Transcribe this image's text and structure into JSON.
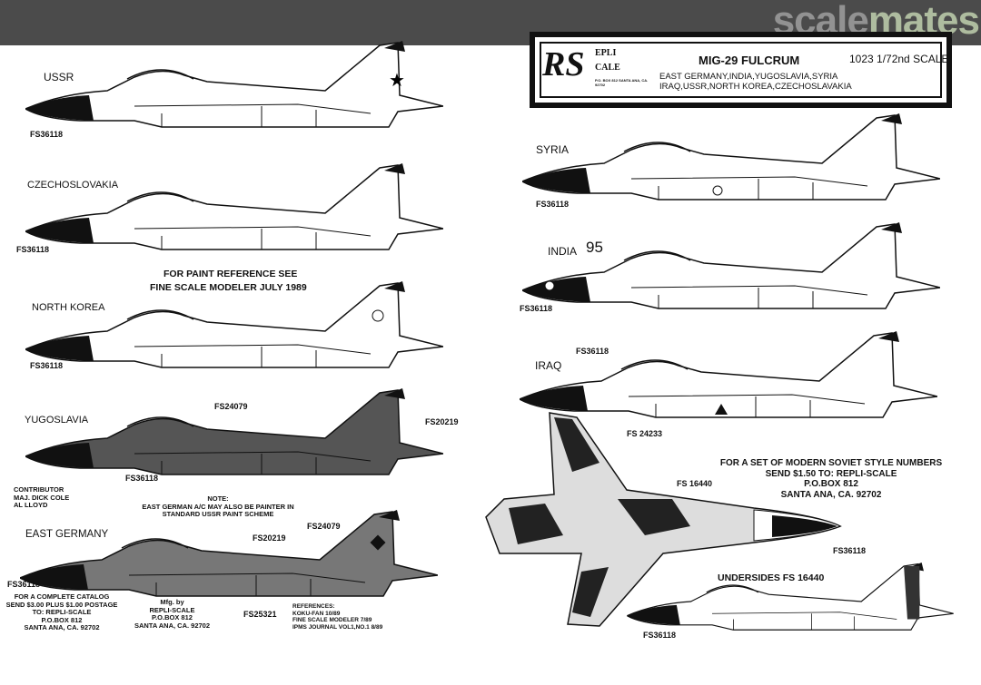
{
  "site": {
    "logo_a": "scale",
    "logo_b": "mates"
  },
  "header": {
    "brand_rs": "RS",
    "brand_repli": "EPLI",
    "brand_scale": "CALE",
    "brand_addr": "P.O. BOX 812 SANTA ANA, CA. 92702",
    "title": "MIG-29 FULCRUM",
    "countries_1": "EAST GERMANY,INDIA,YUGOSLAVIA,SYRIA",
    "countries_2": "IRAQ,USSR,NORTH KOREA,CZECHOSLAVAKIA",
    "scale": "1023 1/72nd SCALE"
  },
  "left": {
    "ussr": {
      "label": "USSR",
      "fs": "FS36118"
    },
    "czech": {
      "label": "CZECHOSLOVAKIA",
      "fs": "FS36118"
    },
    "paint_ref_1": "FOR PAINT REFERENCE SEE",
    "paint_ref_2": "FINE SCALE MODELER JULY 1989",
    "nkorea": {
      "label": "NORTH KOREA",
      "fs": "FS36118"
    },
    "yugo": {
      "label": "YUGOSLAVIA",
      "fs_top": "FS24079",
      "fs_tail": "FS20219",
      "fs_bottom": "FS36118"
    },
    "contributor": [
      "CONTRIBUTOR",
      "MAJ. DICK COLE",
      "AL LLOYD"
    ],
    "note": [
      "NOTE:",
      "EAST GERMAN A/C MAY ALSO BE PAINTER IN",
      "STANDARD USSR PAINT SCHEME"
    ],
    "egermany": {
      "label": "EAST GERMANY",
      "fs_a": "FS20219",
      "fs_b": "FS24079",
      "fs_nose": "FS36118",
      "fs_under": "FS25321"
    },
    "catalog": [
      "FOR A COMPLETE CATALOG",
      "SEND $3.00 PLUS $1.00 POSTAGE",
      "TO:  REPLI-SCALE",
      "P.O.BOX 812",
      "SANTA ANA, CA. 92702"
    ],
    "mfg": [
      "Mfg. by",
      "REPLI-SCALE",
      "P.O.BOX 812",
      "SANTA ANA, CA. 92702"
    ],
    "references": [
      "REFERENCES:",
      "KOKU-FAN 10/89",
      "FINE SCALE MODELER 7/89",
      "IPMS JOURNAL VOL1,NO.1 8/89"
    ]
  },
  "right": {
    "syria": {
      "label": "SYRIA",
      "fs": "FS36118"
    },
    "india": {
      "label": "INDIA",
      "number": "95",
      "fs": "FS36118"
    },
    "iraq": {
      "label": "IRAQ",
      "fs": "FS36118"
    },
    "top": {
      "fs_a": "FS 24233",
      "fs_b": "FS 16440"
    },
    "offer": [
      "FOR A SET OF MODERN SOVIET STYLE NUMBERS",
      "SEND $1.50 TO:  REPLI-SCALE",
      "P.O.BOX 812",
      "SANTA ANA, CA. 92702"
    ],
    "under": {
      "label": "UNDERSIDES FS 16440",
      "fs_tail": "FS36118",
      "fs_bottom": "FS36118"
    }
  }
}
